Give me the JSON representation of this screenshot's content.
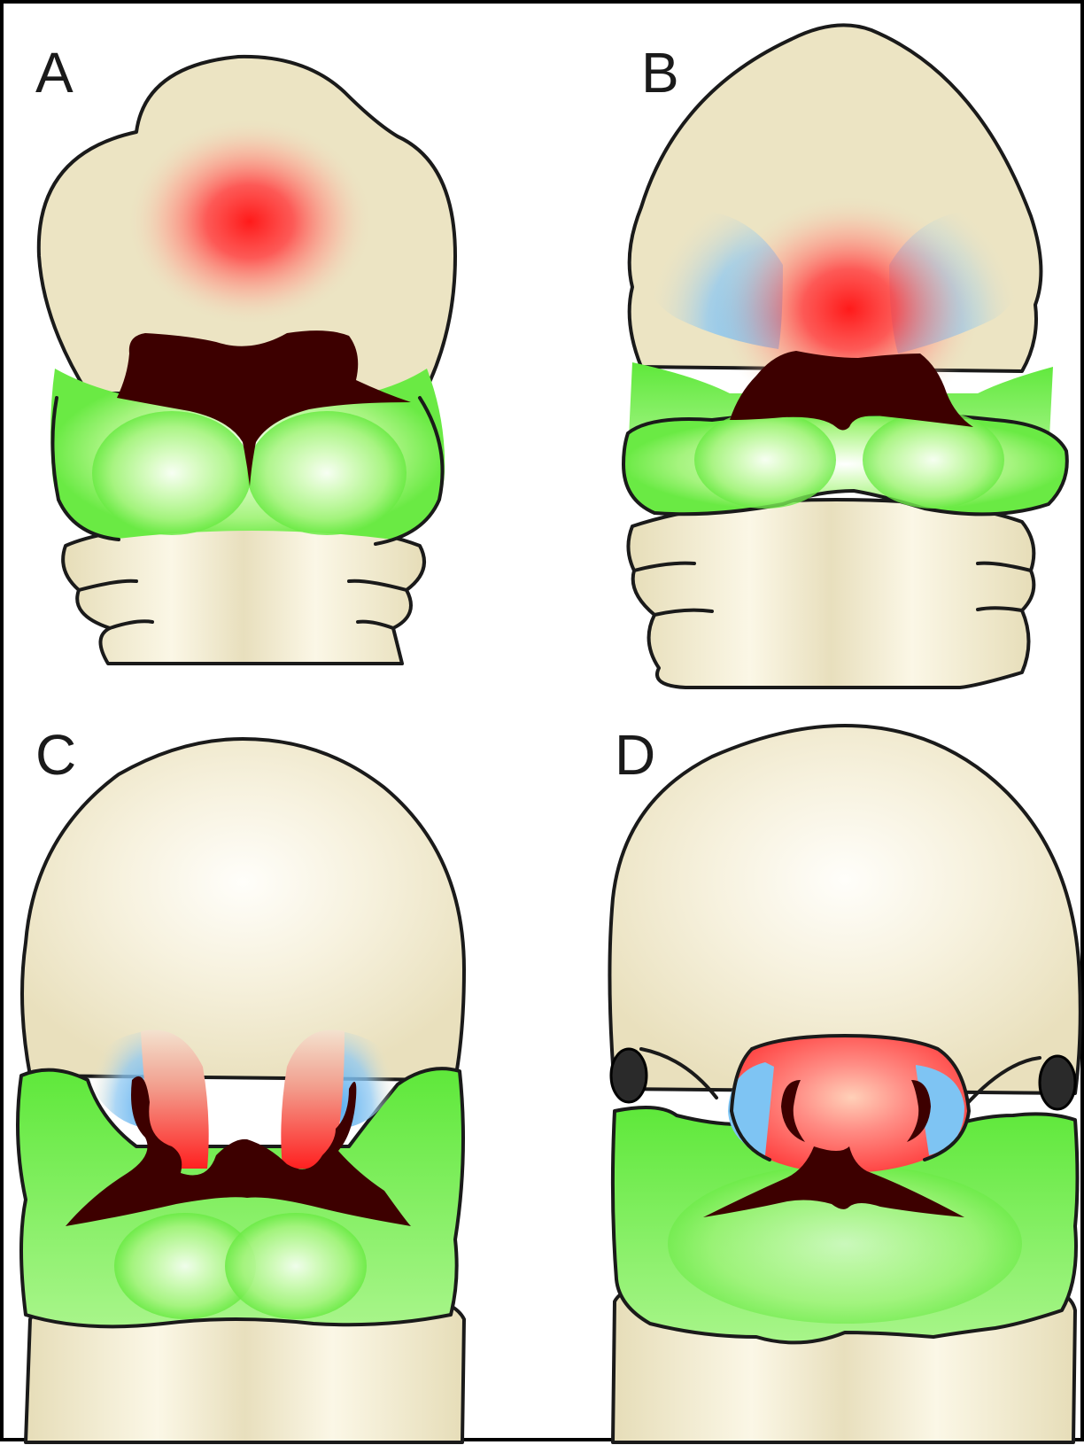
{
  "figure": {
    "panels": [
      {
        "id": "A",
        "label": "A"
      },
      {
        "id": "B",
        "label": "B"
      },
      {
        "id": "C",
        "label": "C"
      },
      {
        "id": "D",
        "label": "D"
      }
    ]
  },
  "colors": {
    "tissue": "#ece4c3",
    "tissue_highlight": "#fbf7e8",
    "oral_cavity": "#3d0000",
    "mesenchyme_green": "#5fec3b",
    "mesenchyme_green_light": "#c9fbb0",
    "signal_red": "#ff2a2a",
    "signal_blue": "#79bff2",
    "outline": "#1a1a1a",
    "frame": "#000000"
  }
}
